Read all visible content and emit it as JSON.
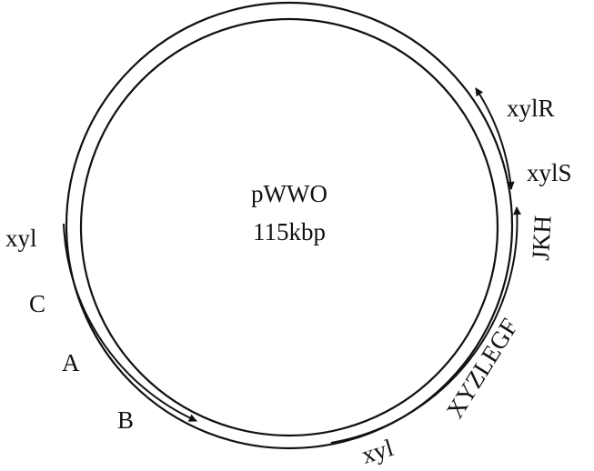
{
  "plasmid": {
    "name": "pWWO",
    "size": "115kbp"
  },
  "genes": {
    "upper_operon_prefix": "xyl",
    "upper_c": "C",
    "upper_a": "A",
    "upper_b": "B",
    "meta_operon_prefix": "xyl",
    "meta_operon_genes": "XYZLEGF",
    "meta_operon_genes_2": "JKH",
    "regulator_r": "xylR",
    "regulator_s": "xylS"
  },
  "colors": {
    "ink": "#111111",
    "background": "#ffffff"
  }
}
